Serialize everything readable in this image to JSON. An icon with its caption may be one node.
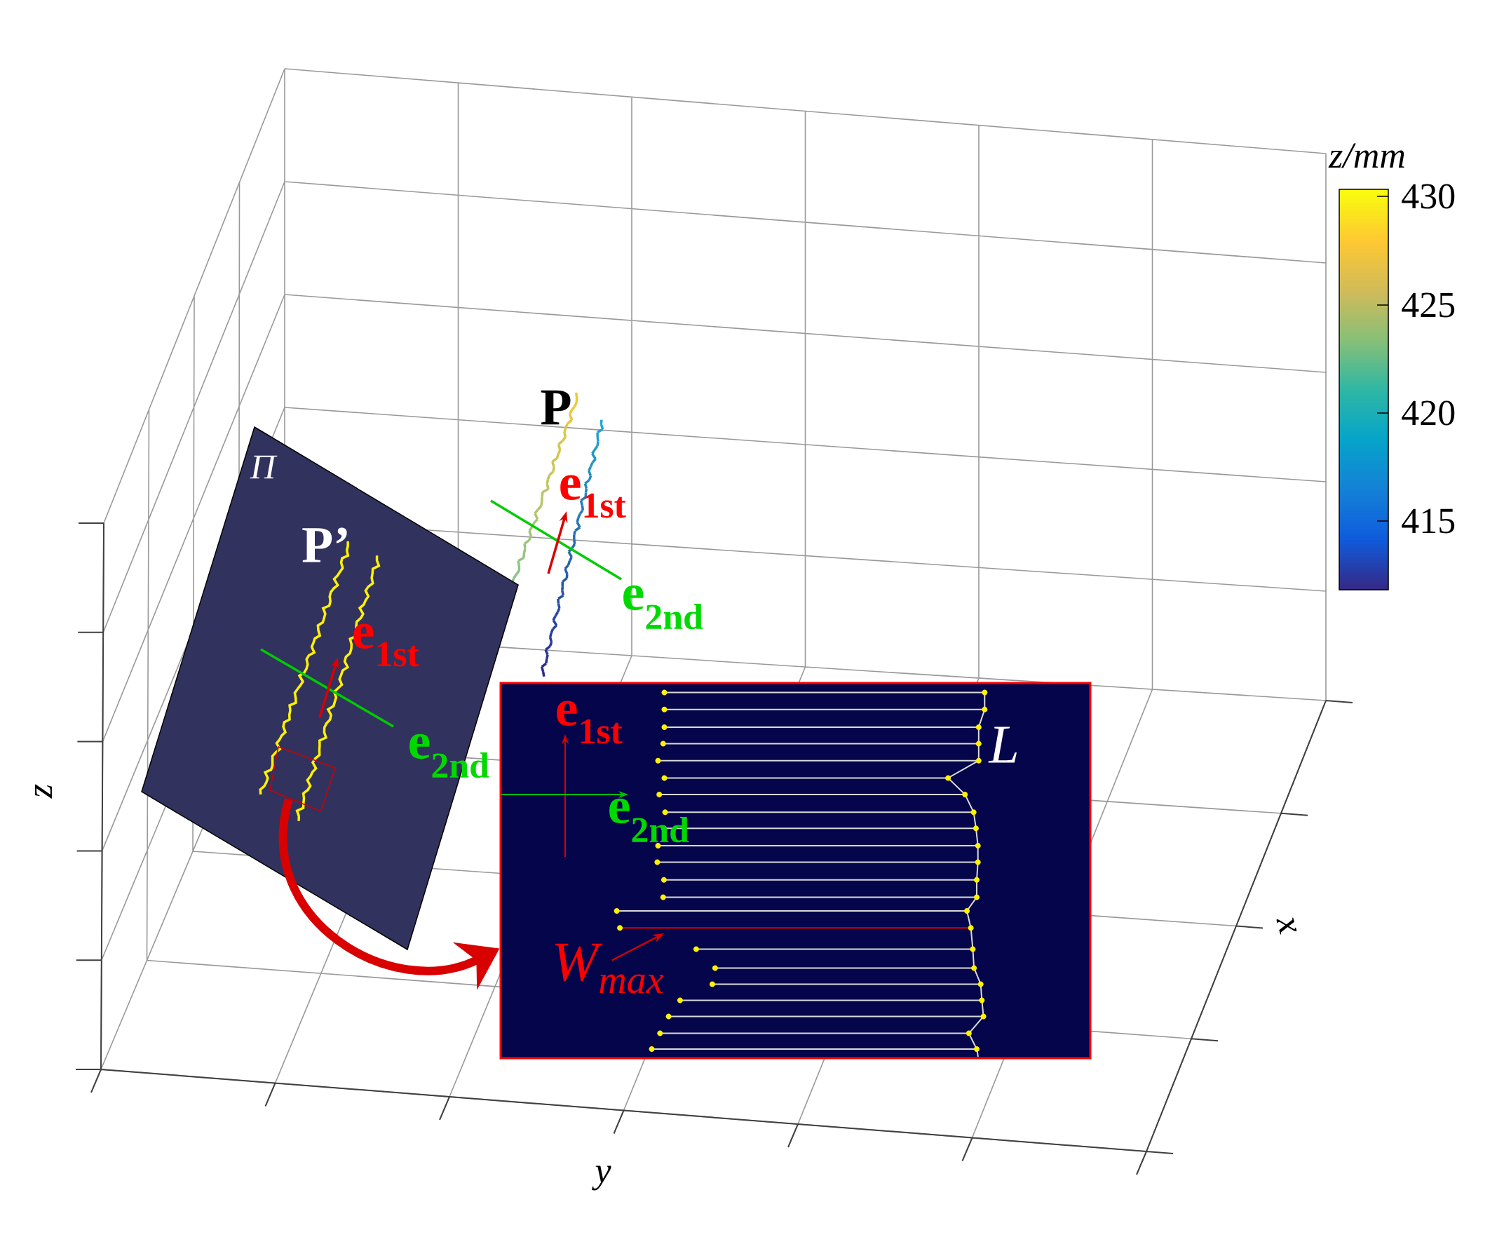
{
  "diagram": {
    "nodes": [
      {
        "text": [
          "Π",
          "P’",
          "e$_{1st}$",
          "e$_{2nd}$"
        ]
      },
      {
        "text": [
          "e$_{1st}$",
          "e$_{2nd}$",
          "L"
        ]
      },
      {
        "text": [
          "W$_{max}$"
        ],
        "in": 1
      }
    ],
    "edges": [
      {
        "from": 0,
        "to": 1,
        "arrow": "to",
        "style": "thick"
      },
      {
        "from": 2,
        "to": null,
        "arrow": "to"
      }
    ],
    "labels": [
      "z/mm",
      "430",
      "425",
      "420",
      "415",
      "P",
      "e$_{1st}$",
      "e$_{2nd}$",
      "z",
      "x",
      "y"
    ]
  }
}
